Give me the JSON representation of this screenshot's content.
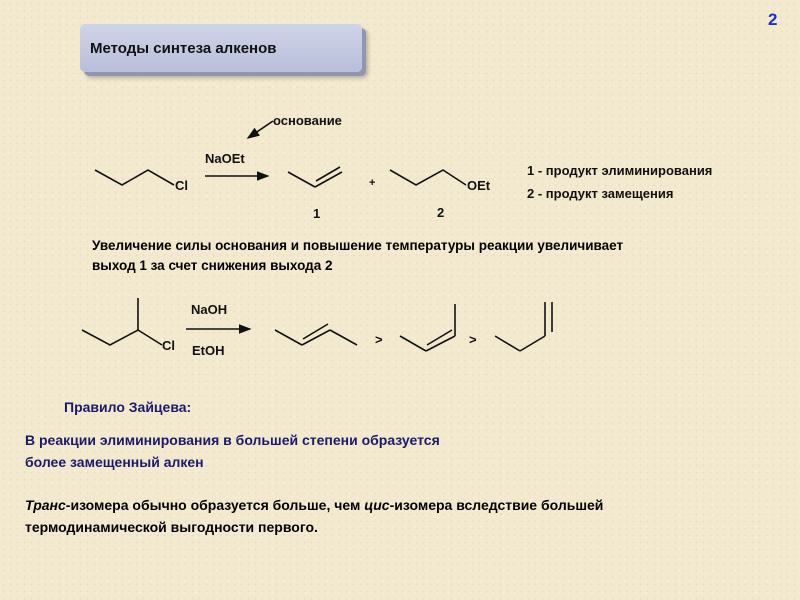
{
  "slide": {
    "number": "2",
    "title": "Методы синтеза алкенов"
  },
  "reaction1": {
    "condition_note": "основание",
    "reagent": "NaOEt",
    "substrate_group": "Cl",
    "plus": "+",
    "product2_group": "OEt",
    "product1_label": "1",
    "product2_label": "2"
  },
  "legend": {
    "item1": "1 - продукт элиминирования",
    "item2": "2 - продукт замещения"
  },
  "statement": {
    "line1": "Увеличение силы основания и повышение температуры реакции увеличивает",
    "line2": "выход 1 за счет снижения выхода 2"
  },
  "reaction2": {
    "substrate_group": "Cl",
    "reagent_top": "NaOH",
    "reagent_bottom": "EtOH",
    "gt1": ">",
    "gt2": ">"
  },
  "zaitsev": {
    "heading": "Правило Зайцева:",
    "rule_line1": "В реакции элиминирования в большей степени образуется",
    "rule_line2": "более замещенный алкен"
  },
  "trans_note": {
    "trans_word": "Транс",
    "part1": "-изомера обычно образуется больше, чем ",
    "cis_word": "цис",
    "part2": "-изомера вследствие большей",
    "line2": "термодинамической выгодности первого."
  }
}
